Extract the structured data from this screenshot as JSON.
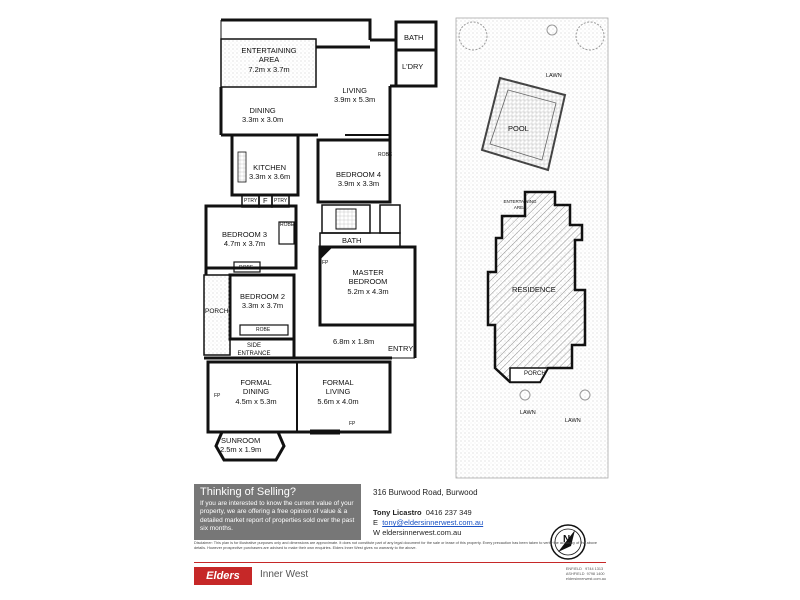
{
  "rooms": {
    "entertaining": {
      "name": "ENTERTAINING AREA",
      "dims": "7.2m x 3.7m"
    },
    "bath_top": {
      "name": "BATH"
    },
    "ldry": {
      "name": "L'DRY"
    },
    "living": {
      "name": "LIVING",
      "dims": "3.9m x 5.3m"
    },
    "dining": {
      "name": "DINING",
      "dims": "3.3m x 3.0m"
    },
    "kitchen": {
      "name": "KITCHEN",
      "dims": "3.3m x 3.6m"
    },
    "ptry1": {
      "name": "PTRY"
    },
    "f": {
      "name": "F"
    },
    "ptry2": {
      "name": "PTRY"
    },
    "bed4": {
      "name": "BEDROOM 4",
      "dims": "3.9m x 3.3m"
    },
    "bed4_robe": {
      "name": "ROBE"
    },
    "bed3": {
      "name": "BEDROOM 3",
      "dims": "4.7m x 3.7m"
    },
    "bed3_robe": {
      "name": "ROBE"
    },
    "bed3_robe2": {
      "name": "ROBE"
    },
    "bath_mid": {
      "name": "BATH"
    },
    "master": {
      "name": "MASTER BEDROOM",
      "dims": "5.2m x 4.3m"
    },
    "fp_master": {
      "name": "FP"
    },
    "bed2": {
      "name": "BEDROOM 2",
      "dims": "3.3m x 3.7m"
    },
    "bed2_robe": {
      "name": "ROBE"
    },
    "porch_left": {
      "name": "PORCH"
    },
    "side_entrance": {
      "name": "SIDE ENTRANCE"
    },
    "hall": {
      "dims": "6.8m x 1.8m"
    },
    "entry": {
      "name": "ENTRY"
    },
    "formal_dining": {
      "name": "FORMAL DINING",
      "dims": "4.5m x 5.3m"
    },
    "fp_dining": {
      "name": "FP"
    },
    "formal_living": {
      "name": "FORMAL LIVING",
      "dims": "5.6m x 4.0m"
    },
    "fp_living": {
      "name": "FP"
    },
    "sunroom": {
      "name": "SUNROOM",
      "dims": "2.5m x 1.9m"
    }
  },
  "site": {
    "lawn_top": "LAWN",
    "pool": "POOL",
    "entertaining": "ENTERTAINING AREA",
    "residence": "RESIDENCE",
    "porch": "PORCH",
    "lawn_left": "LAWN",
    "lawn_right": "LAWN"
  },
  "promo": {
    "heading": "Thinking of Selling?",
    "text": "If you are interested to know the current value of your property, we are offering a free opinion of value & a detailed market report of properties sold over the past six months."
  },
  "address": "316 Burwood Road, Burwood",
  "agent": {
    "name": "Tony Licastro",
    "phone": "0416 237 349",
    "email_prefix": "E",
    "email": "tony@eldersinnerwest.com.au",
    "web_prefix": "W",
    "web": "eldersinnerwest.com.au"
  },
  "disclaimer": "Disclaimer: This plan is for illustrative purposes only and dimensions are approximate. It does not constitute part of any legal document for the sale or lease of this property. Every precaution has been taken to verify the accuracy of the above details. However prospective purchasers are advised to make their own enquiries. Elders Inner West gives no warranty to the above.",
  "brand": {
    "logo": "Elders",
    "office": "Inner West",
    "office1_name": "ENFIELD",
    "office1_phone": "9744 1313",
    "office2_name": "ASHFIELD",
    "office2_phone": "9798 1400",
    "office_web": "eldersinnerwest.com.au"
  },
  "compass": "N",
  "colors": {
    "wall": "#111111",
    "promo_bg": "#777777",
    "brand_red": "#c62828",
    "link": "#1a52c4"
  }
}
